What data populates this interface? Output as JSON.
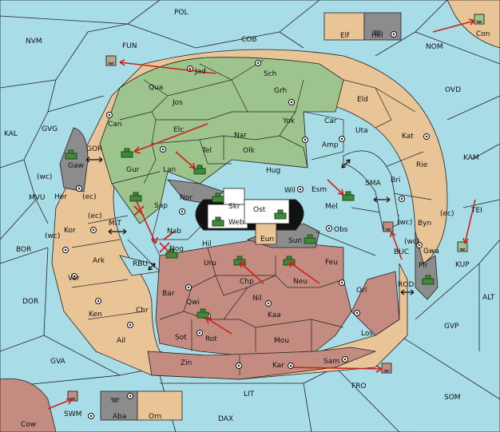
{
  "colors": {
    "sea": "#a8dce6",
    "green_power": "#9ec48e",
    "tan_power": "#e8c496",
    "red_power": "#c48c80",
    "neutral_grey": "#8c8c8c",
    "order_arrow": "#d0201a",
    "unit_army": "#3f8a3a"
  },
  "labels": {
    "POL": "POL",
    "NVM": "NVM",
    "FUN": "FUN",
    "COB": "COB",
    "NOM": "NOM",
    "Con": "Con",
    "Elf": "Elf",
    "Hel": "Hel",
    "OVD": "OVD",
    "KAL": "KAL",
    "GVG": "GVG",
    "GOR": "GOR",
    "Gaw": "Gaw",
    "MVU": "MVU",
    "Her": "Her",
    "wc1": "(wc)",
    "ec1": "(ec)",
    "wc2": "(wc)",
    "ec2": "(ec)",
    "Kor": "Kor",
    "MIT": "MIT",
    "BOR": "BOR",
    "RBU": "RBU",
    "DOR": "DOR",
    "GVA": "GVA",
    "Cow": "Cow",
    "SWM": "SWM",
    "Aba": "Aba",
    "Orn": "Orn",
    "DAX": "DAX",
    "LIT": "LIT",
    "FRO": "FRO",
    "SOM": "SOM",
    "GVP": "GVP",
    "ALT": "ALT",
    "KUP": "KUP",
    "TEI": "TEI",
    "KAM": "KAM",
    "SMA": "SMA",
    "BUC": "BUC",
    "ROD": "ROD",
    "wc3": "(wc)",
    "ec3": "(ec)",
    "wc4": "(wc)",
    "Jad": "Jad",
    "Sch": "Sch",
    "Qua": "Qua",
    "Jos": "Jos",
    "Grh": "Grh",
    "Eld": "Eld",
    "Can": "Can",
    "Elc": "Elc",
    "Nar": "Nar",
    "Yok": "Yok",
    "Car": "Car",
    "Uta": "Uta",
    "Kat": "Kat",
    "Gur": "Gur",
    "Tel": "Tel",
    "Olk": "Olk",
    "Amp": "Amp",
    "Lan": "Lan",
    "Hug": "Hug",
    "Rie": "Rie",
    "Bri": "Bri",
    "Esm": "Esm",
    "Wil": "Wil",
    "Nor": "Nor",
    "Skr": "Skr",
    "Ost": "Ost",
    "Web": "Web",
    "Mel": "Mel",
    "Sap": "Sap",
    "Byn": "Byn",
    "Nab": "Nab",
    "Hil": "Hil",
    "Eun": "Eun",
    "Sun": "Sun",
    "Obs": "Obs",
    "Ark": "Ark",
    "Nog": "Nog",
    "Gwa": "Gwa",
    "Pir": "Pir",
    "Uru": "Uru",
    "Feu": "Feu",
    "Ver": "Ver",
    "Bar": "Bar",
    "Chp": "Chp",
    "Neu": "Neu",
    "Orl": "Orl",
    "Qwi": "Qwi",
    "Nil": "Nil",
    "Ken": "Ken",
    "Chr": "Chr",
    "Kaa": "Kaa",
    "Ail": "Ail",
    "Sot": "Sot",
    "Rot": "Rot",
    "Mou": "Mou",
    "Los": "Los",
    "Zin": "Zin",
    "Kar": "Kar",
    "Sam": "Sam"
  }
}
